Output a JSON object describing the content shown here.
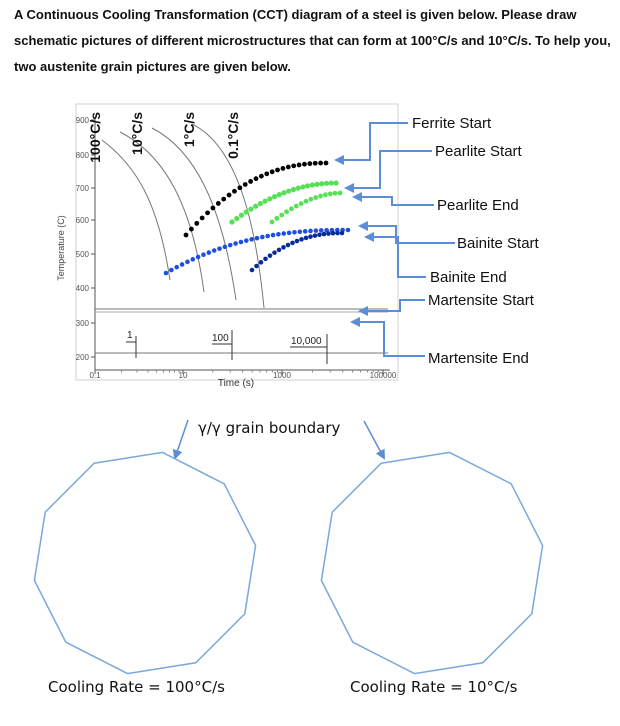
{
  "prompt": {
    "line1": "A Continuous Cooling Transformation (CCT) diagram of a steel is given below. Please draw",
    "line2": "schematic pictures of different microstructures that can form at 100°C/s and 10°C/s.  To help you,",
    "line3": "two austenite grain pictures are given below."
  },
  "diagram": {
    "y_axis_label": "Temperature (C)",
    "x_axis_label": "Time (s)",
    "y_ticks": [
      "900",
      "800",
      "700",
      "600",
      "500",
      "400",
      "300",
      "200"
    ],
    "x_ticks": [
      "0.1",
      "10",
      "1000",
      "100000"
    ],
    "inline_labels": [
      "1",
      "100",
      "10,000"
    ],
    "cooling_rates": [
      "100°C/s",
      "10°C/s",
      "1°C/s",
      "0.1°C/s"
    ],
    "phase_labels": [
      "Ferrite Start",
      "Pearlite Start",
      "Pearlite End",
      "Bainite Start",
      "Bainite End",
      "Martensite Start",
      "Martensite End"
    ],
    "colors": {
      "ferrite": "#000000",
      "pearlite": "#55e055",
      "bainite": "#1f4fe0",
      "bainite_dark": "#0a2a9a",
      "arrow": "#5b8ed6"
    }
  },
  "grain_boundary_label": "γ/γ grain boundary",
  "grains": [
    {
      "caption": "Cooling Rate  =  100°C/s"
    },
    {
      "caption": "Cooling Rate  =  10°C/s"
    }
  ]
}
